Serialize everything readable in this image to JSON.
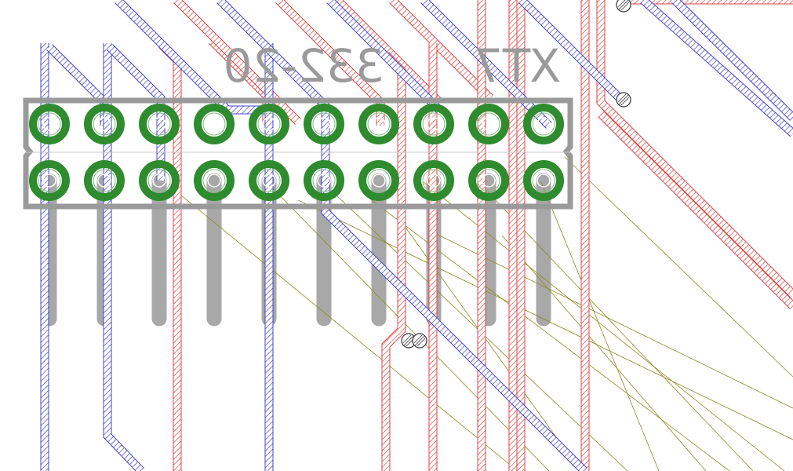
{
  "board": {
    "designator": "XT7",
    "part_number": "332-20",
    "text_mirrored": true,
    "pins_per_row": 10,
    "rows": 2
  },
  "colors": {
    "background": "#ffffff",
    "silkscreen": "#9a9a9a",
    "pad_ring": "#2e8b2e",
    "pin_body": "#a8a8a8",
    "top_layer_trace": "#4444cc",
    "bottom_layer_trace": "#dd4444",
    "ratsnest": "#8a8a20"
  },
  "icons": {
    "via": "via-ring-icon",
    "pad": "through-hole-pad-icon"
  }
}
